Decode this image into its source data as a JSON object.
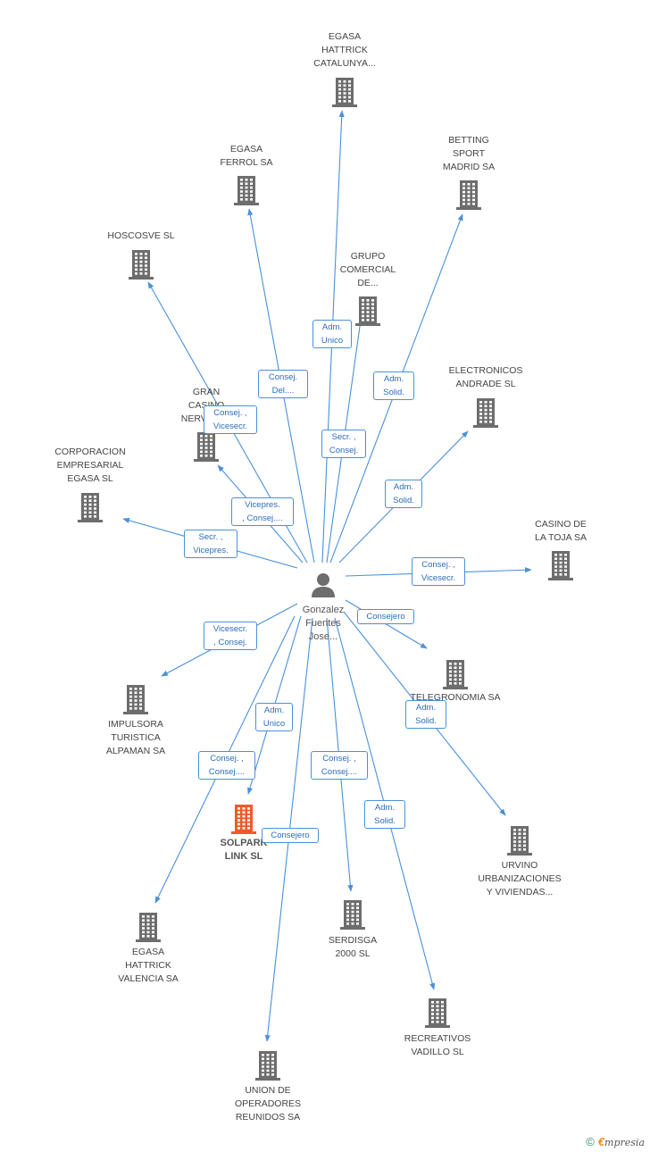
{
  "center": {
    "label": "Gonzalez Fuentes Jose...",
    "lines": [
      "Gonzalez",
      "Fuentes",
      "Jose..."
    ]
  },
  "companies": [
    {
      "id": "egasa-cat",
      "lines": [
        "EGASA",
        "HATTRICK",
        "CATALUNYA..."
      ]
    },
    {
      "id": "egasa-ferrol",
      "lines": [
        "EGASA",
        "FERROL SA"
      ]
    },
    {
      "id": "betting",
      "lines": [
        "BETTING",
        "SPORT",
        "MADRID SA"
      ]
    },
    {
      "id": "hoscosve",
      "lines": [
        "HOSCOSVE  SL"
      ]
    },
    {
      "id": "grupo",
      "lines": [
        "GRUPO",
        "COMERCIAL",
        "DE..."
      ]
    },
    {
      "id": "electronicos",
      "lines": [
        "ELECTRONICOS",
        "ANDRADE SL"
      ]
    },
    {
      "id": "gran-casino",
      "lines": [
        "GRAN",
        "CASINO",
        "NERVION..."
      ]
    },
    {
      "id": "corporacion",
      "lines": [
        "CORPORACION",
        "EMPRESARIAL",
        "EGASA SL"
      ]
    },
    {
      "id": "casino-toja",
      "lines": [
        "CASINO DE",
        "LA TOJA SA"
      ]
    },
    {
      "id": "telegronomia",
      "lines": [
        "TELEGRONOMIA SA"
      ]
    },
    {
      "id": "impulsora",
      "lines": [
        "IMPULSORA",
        "TURISTICA",
        "ALPAMAN SA"
      ]
    },
    {
      "id": "solpark",
      "lines": [
        "SOLPARK",
        "LINK SL"
      ],
      "focus": true
    },
    {
      "id": "urvino",
      "lines": [
        "URVINO",
        "URBANIZACIONES",
        "Y VIVIENDAS..."
      ]
    },
    {
      "id": "serdisga",
      "lines": [
        "SERDISGA",
        "2000 SL"
      ]
    },
    {
      "id": "egasa-val",
      "lines": [
        "EGASA",
        "HATTRICK",
        "VALENCIA SA"
      ]
    },
    {
      "id": "recreativos",
      "lines": [
        "RECREATIVOS",
        "VADILLO SL"
      ]
    },
    {
      "id": "union",
      "lines": [
        "UNION DE",
        "OPERADORES",
        "REUNIDOS SA"
      ]
    }
  ],
  "relations": [
    {
      "to": "egasa-cat",
      "lines": [
        "Adm.",
        "Unico"
      ]
    },
    {
      "to": "egasa-ferrol",
      "lines": [
        "Consej.",
        "Del...."
      ]
    },
    {
      "to": "betting",
      "lines": [
        "Adm.",
        "Solid."
      ]
    },
    {
      "to": "grupo",
      "lines": [
        "Secr. ,",
        "Consej."
      ]
    },
    {
      "to": "hoscosve",
      "lines": [
        "Consej. ,",
        "Vicesecr."
      ]
    },
    {
      "to": "electronicos",
      "lines": [
        "Adm.",
        "Solid."
      ]
    },
    {
      "to": "gran-casino",
      "lines": [
        "Vicepres.",
        ", Consej...."
      ]
    },
    {
      "to": "corporacion",
      "lines": [
        "Secr. ,",
        "Vicepres."
      ]
    },
    {
      "to": "casino-toja",
      "lines": [
        "Consej. ,",
        "Vicesecr."
      ]
    },
    {
      "to": "telegronomia",
      "lines": [
        "Consejero"
      ]
    },
    {
      "to": "impulsora",
      "lines": [
        "Vicesecr.",
        ", Consej."
      ]
    },
    {
      "to": "solpark",
      "lines": [
        "Adm.",
        "Unico"
      ]
    },
    {
      "to": "urvino",
      "lines": [
        "Adm.",
        "Solid."
      ]
    },
    {
      "to": "egasa-val",
      "lines": [
        "Consej. ,",
        "Consej...."
      ]
    },
    {
      "to": "serdisga",
      "lines": [
        "Consej. ,",
        "Consej...."
      ]
    },
    {
      "to": "recreativos",
      "lines": [
        "Adm.",
        "Solid."
      ]
    },
    {
      "to": "union",
      "lines": [
        "Consejero"
      ]
    }
  ],
  "colors": {
    "edge": "#4a90d9",
    "building": "#6d6d6d",
    "focus_building": "#f05a28",
    "person": "#6d6d6d"
  },
  "footer": {
    "copyright": "©",
    "brand_first": "€",
    "brand_rest": "mpresia"
  }
}
